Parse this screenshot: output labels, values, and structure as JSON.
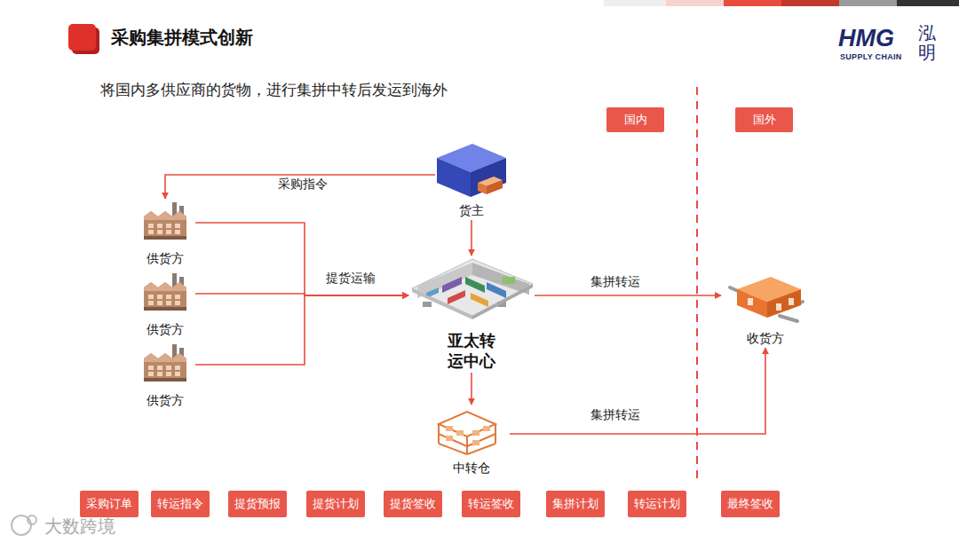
{
  "diagram": {
    "title": "采购集拼模式创新",
    "nodes": [
      {
        "text": [
          "国内"
        ]
      },
      {
        "text": [
          "国外"
        ]
      },
      {
        "text": [
          "货主"
        ]
      },
      {
        "text": [
          "供货方"
        ]
      },
      {
        "text": [
          "供货方"
        ]
      },
      {
        "text": [
          "供货方"
        ]
      },
      {
        "text": [
          "亚太转 运中心"
        ]
      },
      {
        "text": [
          "收货方"
        ]
      },
      {
        "text": [
          "中转仓"
        ]
      },
      {
        "text": [
          "采购订单"
        ]
      },
      {
        "text": [
          "转运指令"
        ]
      },
      {
        "text": [
          "提货预报"
        ]
      },
      {
        "text": [
          "提货计划"
        ]
      },
      {
        "text": [
          "提货签收"
        ]
      },
      {
        "text": [
          "转运签收"
        ]
      },
      {
        "text": [
          "集拼计划"
        ]
      },
      {
        "text": [
          "转运计划"
        ]
      },
      {
        "text": [
          "最终签收"
        ]
      }
    ],
    "edges": [
      {
        "from": 2,
        "to": 3,
        "label": "采购指令",
        "arrow": "to"
      },
      {
        "from": 3,
        "to": 6,
        "arrow": "to"
      },
      {
        "from": 4,
        "to": 6,
        "label": "提货运输",
        "arrow": "to"
      },
      {
        "from": 5,
        "to": 6,
        "arrow": "to"
      },
      {
        "from": 2,
        "to": 6,
        "arrow": "to"
      },
      {
        "from": 6,
        "to": 7,
        "label": "集拼转运",
        "arrow": "to"
      },
      {
        "from": 6,
        "to": 8,
        "arrow": "to"
      },
      {
        "from": 8,
        "to": 7,
        "label": "集拼转运",
        "arrow": "to"
      }
    ],
    "labels": [
      "将国内多供应商的货物，进行集拼中转后发运到海外",
      "HMG",
      "SUPPLY CHAIN",
      "泓明",
      "大数跨境"
    ]
  }
}
